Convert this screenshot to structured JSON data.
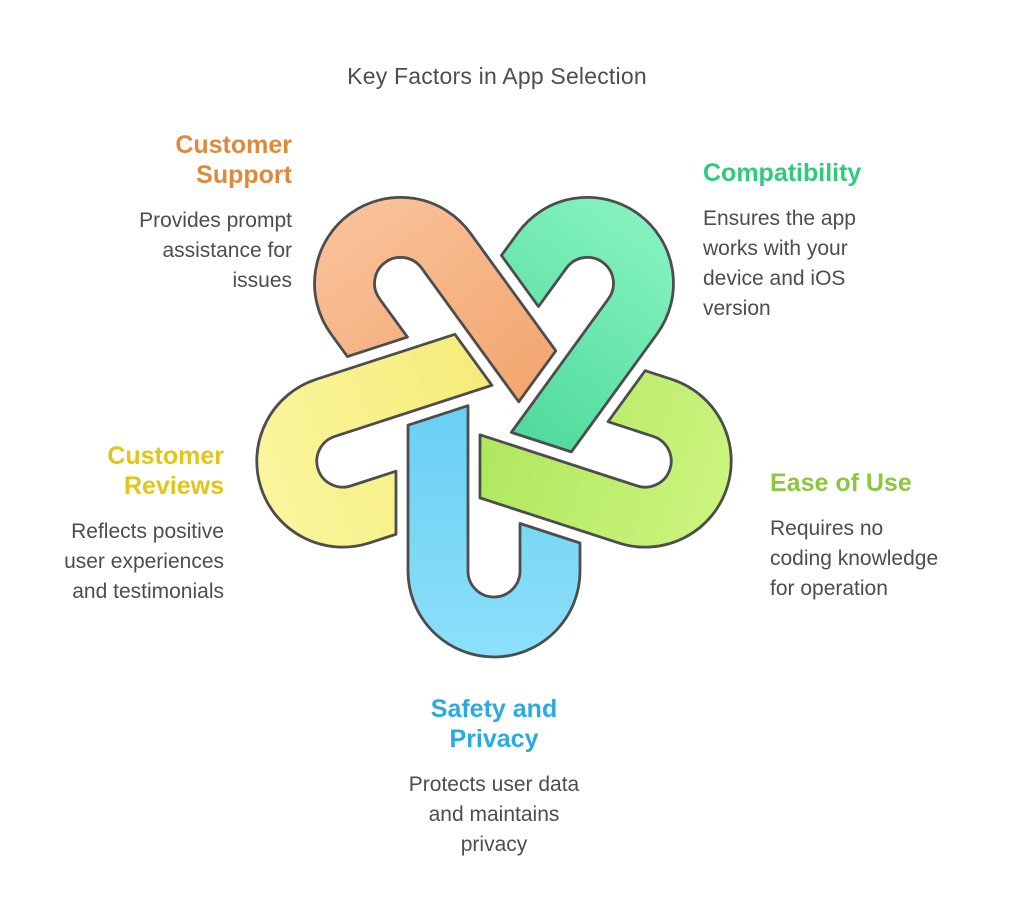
{
  "title": "Key Factors in App Selection",
  "knot": {
    "stroke": "#4d4d4d",
    "description_of_graphic": "five interwoven horseshoe ribbons forming a pentagonal knot"
  },
  "factors": [
    {
      "id": "customer-support",
      "label": "Customer Support",
      "label_lines": [
        "Customer",
        "Support"
      ],
      "color": "#dd8a3a",
      "description": "Provides prompt assistance for issues",
      "desc_lines": [
        "Provides prompt",
        "assistance for",
        "issues"
      ],
      "position": "top-left",
      "ribbon": {
        "light": "#f9c199",
        "dark": "#f19d62"
      }
    },
    {
      "id": "compatibility",
      "label": "Compatibility",
      "color": "#2ecb7d",
      "description": "Ensures the app works with your device and iOS version",
      "desc_lines": [
        "Ensures the app",
        "works with your",
        "device and iOS",
        "version"
      ],
      "position": "top-right",
      "ribbon": {
        "light": "#85f2bf",
        "dark": "#3ed291"
      }
    },
    {
      "id": "ease-of-use",
      "label": "Ease of Use",
      "color": "#8dc63f",
      "description": "Requires no coding knowledge for operation",
      "desc_lines": [
        "Requires no",
        "coding knowledge",
        "for operation"
      ],
      "position": "right",
      "ribbon": {
        "light": "#ccf47e",
        "dark": "#a5e354"
      }
    },
    {
      "id": "customer-reviews",
      "label": "Customer Reviews",
      "label_lines": [
        "Customer",
        "Reviews"
      ],
      "color": "#e3c516",
      "description": "Reflects positive user experiences and testimonials",
      "desc_lines": [
        "Reflects positive",
        "user experiences",
        "and testimonials"
      ],
      "position": "left",
      "ribbon": {
        "light": "#fbf59d",
        "dark": "#f3e96e"
      }
    },
    {
      "id": "safety-and-privacy",
      "label": "Safety and Privacy",
      "label_lines": [
        "Safety and",
        "Privacy"
      ],
      "color": "#29abe2",
      "description": "Protects user data and maintains privacy",
      "desc_lines": [
        "Protects user data",
        "and maintains",
        "privacy"
      ],
      "position": "bottom",
      "ribbon": {
        "light": "#8ce0fa",
        "dark": "#5ec9f2"
      }
    }
  ]
}
